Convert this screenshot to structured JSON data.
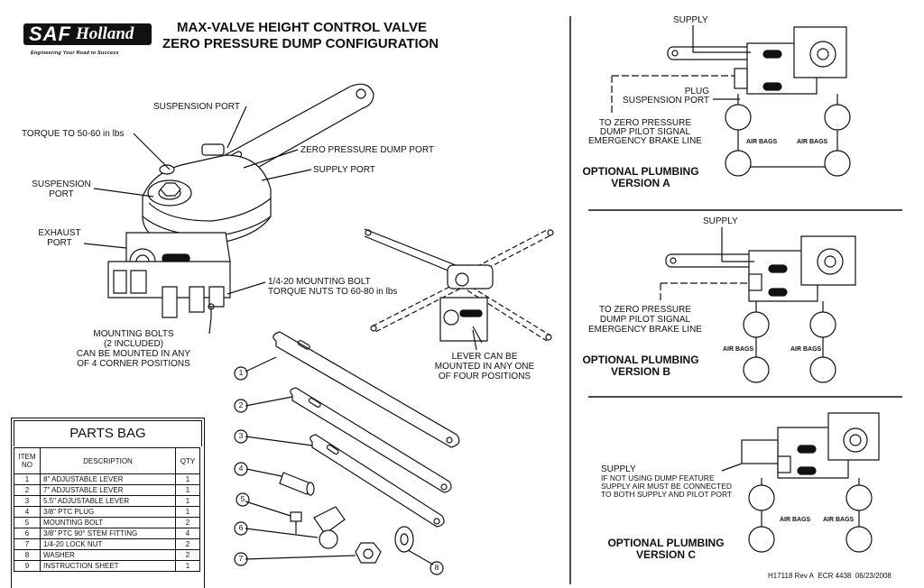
{
  "header": {
    "brand_saf": "SAF",
    "brand_holland": "Holland",
    "tagline": "Engineering Your Road to Success",
    "title_line1": "MAX-VALVE HEIGHT CONTROL VALVE",
    "title_line2": "ZERO PRESSURE DUMP CONFIGURATION"
  },
  "main_labels": {
    "suspension_port_top": "SUSPENSION PORT",
    "torque": "TORQUE TO 50-60 in lbs",
    "zero_dump_port": "ZERO PRESSURE DUMP PORT",
    "supply_port": "SUPPLY PORT",
    "suspension_port_left_1": "SUSPENSION",
    "suspension_port_left_2": "PORT",
    "exhaust_port_1": "EXHAUST",
    "exhaust_port_2": "PORT",
    "mounting_bolt_1": "1/4-20 MOUNTING BOLT",
    "mounting_bolt_2": "TORQUE NUTS TO 60-80 in lbs",
    "mounting_bolts_1": "MOUNTING BOLTS",
    "mounting_bolts_2": "(2 INCLUDED)",
    "mounting_bolts_3": "CAN BE MOUNTED  IN ANY",
    "mounting_bolts_4": "OF 4 CORNER POSITIONS",
    "lever_1": "LEVER CAN BE",
    "lever_2": "MOUNTED IN ANY ONE",
    "lever_3": "OF FOUR POSITIONS"
  },
  "callouts": [
    "1",
    "2",
    "3",
    "4",
    "5",
    "6",
    "7",
    "8"
  ],
  "parts_bag": {
    "title": "PARTS BAG",
    "headers": {
      "item": "ITEM NO",
      "desc": "DESCRIPTION",
      "qty": "QTY"
    },
    "rows": [
      {
        "no": "1",
        "desc": "8\" ADJUSTABLE LEVER",
        "qty": "1"
      },
      {
        "no": "2",
        "desc": "7\" ADJUSTABLE LEVER",
        "qty": "1"
      },
      {
        "no": "3",
        "desc": "5.5\" ADJUSTABLE LEVER",
        "qty": "1"
      },
      {
        "no": "4",
        "desc": "3/8\" PTC PLUG",
        "qty": "1"
      },
      {
        "no": "5",
        "desc": "MOUNTING BOLT",
        "qty": "2"
      },
      {
        "no": "6",
        "desc": "3/8\" PTC 90° STEM FITTING",
        "qty": "4"
      },
      {
        "no": "7",
        "desc": "1/4-20 LOCK NUT",
        "qty": "2"
      },
      {
        "no": "8",
        "desc": "WASHER",
        "qty": "2"
      },
      {
        "no": "9",
        "desc": "INSTRUCTION SHEET",
        "qty": "1"
      }
    ]
  },
  "version_a": {
    "supply": "SUPPLY",
    "plug_1": "PLUG",
    "plug_2": "SUSPENSION PORT",
    "dump_1": "TO ZERO PRESSURE",
    "dump_2": "DUMP PILOT SIGNAL",
    "dump_3": "EMERGENCY BRAKE LINE",
    "air_bags_left": "AIR BAGS",
    "air_bags_right": "AIR BAGS",
    "title_1": "OPTIONAL PLUMBING",
    "title_2": "VERSION A"
  },
  "version_b": {
    "supply": "SUPPLY",
    "dump_1": "TO ZERO PRESSURE",
    "dump_2": "DUMP PILOT SIGNAL",
    "dump_3": "EMERGENCY BRAKE LINE",
    "air_bags_left": "AIR BAGS",
    "air_bags_right": "AIR BAGS",
    "title_1": "OPTIONAL PLUMBING",
    "title_2": "VERSION B"
  },
  "version_c": {
    "supply": "SUPPLY",
    "note_1": "IF NOT USING DUMP FEATURE",
    "note_2": "SUPPLY AIR MUST BE CONNECTED",
    "note_3": "TO BOTH SUPPLY AND PILOT PORT",
    "air_bags_left": "AIR BAGS",
    "air_bags_right": "AIR BAGS",
    "title_1": "OPTIONAL PLUMBING",
    "title_2": "VERSION C"
  },
  "footer": {
    "doc_no": "H17118",
    "rev": "Rev A",
    "ecr": "ECR 4438",
    "date": "06/23/2008"
  }
}
